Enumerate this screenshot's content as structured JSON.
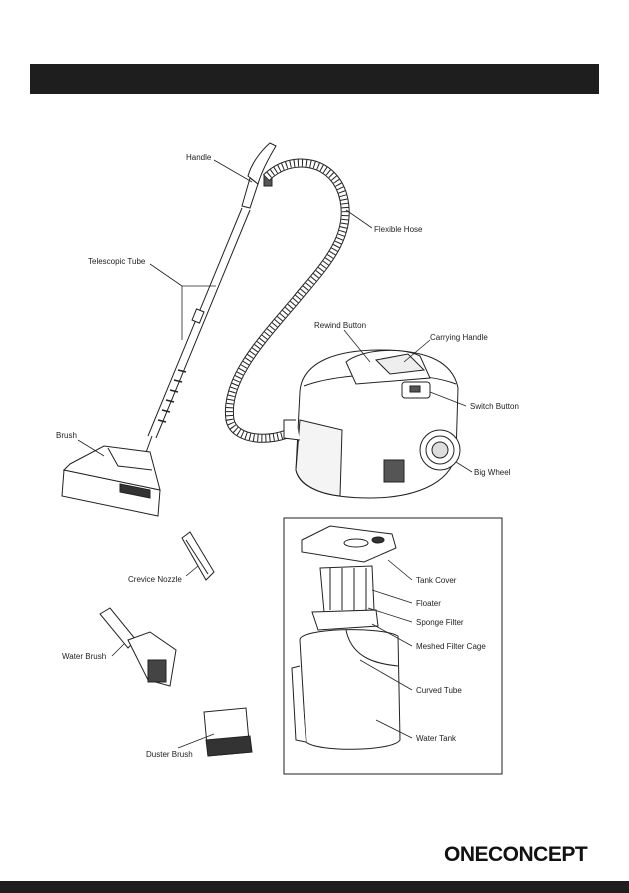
{
  "labels": {
    "handle": "Handle",
    "flexible_hose": "Flexible Hose",
    "telescopic_tube": "Telescopic Tube",
    "rewind_button": "Rewind Button",
    "carrying_handle": "Carrying Handle",
    "switch_button": "Switch Button",
    "brush": "Brush",
    "big_wheel": "Big Wheel",
    "crevice_nozzle": "Crevice Nozzle",
    "water_brush": "Water Brush",
    "duster_brush": "Duster Brush",
    "tank_cover": "Tank Cover",
    "floater": "Floater",
    "sponge_filter": "Sponge Filter",
    "meshed_filter_cage": "Meshed Filter Cage",
    "curved_tube": "Curved Tube",
    "water_tank": "Water Tank"
  },
  "brand": {
    "logo": "ONECONCEPT"
  }
}
